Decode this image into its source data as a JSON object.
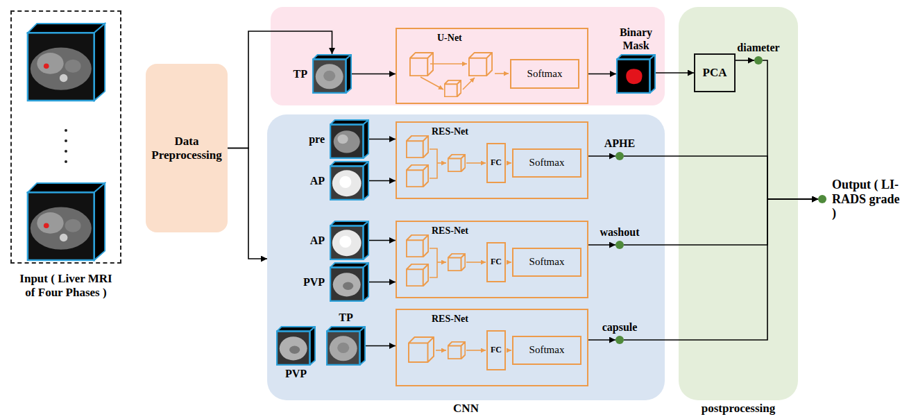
{
  "diagram": {
    "nodes": [
      {
        "text": [
          "Input ( Liver MRI of Four Phases )"
        ]
      },
      {
        "text": [
          "Data Preprocessing"
        ]
      },
      {
        "text": [
          "TP"
        ]
      },
      {
        "text": [
          "U-Net"
        ]
      },
      {
        "text": [
          "Softmax"
        ],
        "in": 3
      },
      {
        "text": [
          "Binary Mask"
        ]
      },
      {
        "text": [
          "CNN"
        ]
      },
      {
        "text": [
          "pre"
        ],
        "in": 6
      },
      {
        "text": [
          "AP"
        ],
        "in": 6
      },
      {
        "text": [
          "RES-Net"
        ],
        "in": 6
      },
      {
        "text": [
          "FC"
        ],
        "in": 9
      },
      {
        "text": [
          "Softmax"
        ],
        "in": 9
      },
      {
        "text": [
          "AP"
        ],
        "in": 6
      },
      {
        "text": [
          "PVP"
        ],
        "in": 6
      },
      {
        "text": [
          "RES-Net"
        ],
        "in": 6
      },
      {
        "text": [
          "FC"
        ],
        "in": 14
      },
      {
        "text": [
          "Softmax"
        ],
        "in": 14
      },
      {
        "text": [
          "PVP"
        ],
        "in": 6
      },
      {
        "text": [
          "TP"
        ],
        "in": 6
      },
      {
        "text": [
          "RES-Net"
        ],
        "in": 6
      },
      {
        "text": [
          "FC"
        ],
        "in": 19
      },
      {
        "text": [
          "Softmax"
        ],
        "in": 19
      },
      {
        "text": [
          "postprocessing"
        ]
      },
      {
        "text": [
          "PCA"
        ],
        "in": 22
      },
      {
        "text": [
          "diameter"
        ],
        "in": 22
      },
      {
        "text": [
          "APHE"
        ],
        "in": 6
      },
      {
        "text": [
          "washout"
        ],
        "in": 6
      },
      {
        "text": [
          "capsule"
        ],
        "in": 6
      },
      {
        "text": [
          "Output ( LI-RADS grade )"
        ]
      }
    ],
    "edges": [
      {
        "from": 1,
        "to": 2,
        "arrow": "to"
      },
      {
        "from": 1,
        "to": 6,
        "arrow": "to"
      },
      {
        "from": 2,
        "to": 3,
        "arrow": "to"
      },
      {
        "from": 3,
        "to": 5,
        "arrow": "to"
      },
      {
        "from": 5,
        "to": 23,
        "arrow": "to"
      },
      {
        "from": 23,
        "to": 24,
        "arrow": "to"
      },
      {
        "from": 7,
        "to": 9,
        "arrow": "to"
      },
      {
        "from": 8,
        "to": 9,
        "arrow": "to"
      },
      {
        "from": 12,
        "to": 14,
        "arrow": "to"
      },
      {
        "from": 13,
        "to": 14,
        "arrow": "to"
      },
      {
        "from": 18,
        "to": 19,
        "arrow": "to"
      },
      {
        "from": 9,
        "to": 25,
        "arrow": "to"
      },
      {
        "from": 14,
        "to": 26,
        "arrow": "to"
      },
      {
        "from": 19,
        "to": 27,
        "arrow": "to"
      },
      {
        "from": 24,
        "to": 28,
        "arrow": "to"
      },
      {
        "from": 25,
        "to": 28,
        "arrow": "to"
      },
      {
        "from": 26,
        "to": 28,
        "arrow": "to"
      },
      {
        "from": 27,
        "to": 28,
        "arrow": "to"
      }
    ]
  }
}
